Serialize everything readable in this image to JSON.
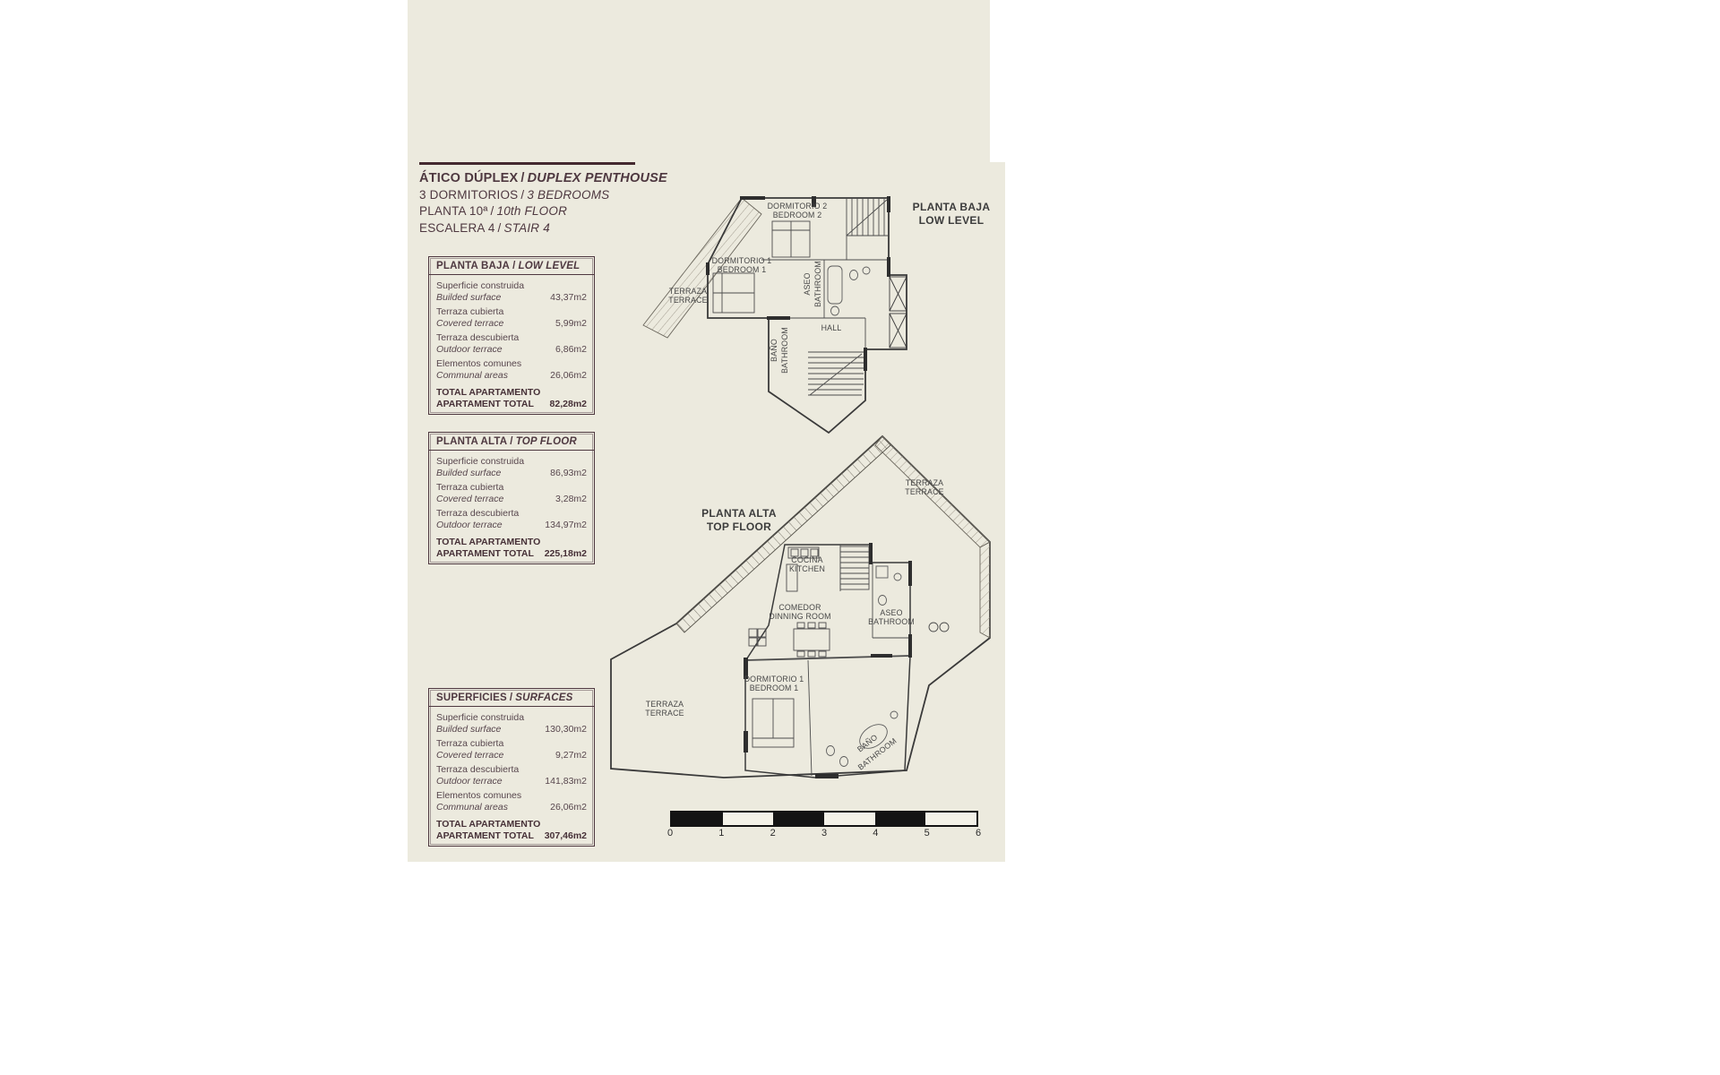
{
  "meta": {
    "sep": "/"
  },
  "colors": {
    "accent": "#4e3840",
    "sheet_bg": "#eceade",
    "plan_line": "#4a4a4a",
    "scalebar": "#141414"
  },
  "header": {
    "title": {
      "es": "ÁTICO DÚPLEX",
      "en": "DUPLEX PENTHOUSE"
    },
    "lines": [
      {
        "es": "3 DORMITORIOS",
        "en": "3 BEDROOMS"
      },
      {
        "es": "PLANTA 10ª",
        "en": "10th FLOOR"
      },
      {
        "es": "ESCALERA 4",
        "en": "STAIR 4"
      }
    ]
  },
  "tables": [
    {
      "title_es": "PLANTA BAJA",
      "title_en": "LOW LEVEL",
      "rows": [
        {
          "label_es": "Superficie construida",
          "label_en": "Builded surface",
          "value": "43,37m2"
        },
        {
          "label_es": "Terraza cubierta",
          "label_en": "Covered terrace",
          "value": "5,99m2"
        },
        {
          "label_es": "Terraza descubierta",
          "label_en": "Outdoor terrace",
          "value": "6,86m2"
        },
        {
          "label_es": "Elementos comunes",
          "label_en": "Communal areas",
          "value": "26,06m2"
        }
      ],
      "total": {
        "label_es": "TOTAL APARTAMENTO",
        "label_en": "APARTAMENT TOTAL",
        "value": "82,28m2"
      }
    },
    {
      "title_es": "PLANTA ALTA",
      "title_en": "TOP FLOOR",
      "rows": [
        {
          "label_es": "Superficie construida",
          "label_en": "Builded surface",
          "value": "86,93m2"
        },
        {
          "label_es": "Terraza cubierta",
          "label_en": "Covered terrace",
          "value": "3,28m2"
        },
        {
          "label_es": "Terraza descubierta",
          "label_en": "Outdoor terrace",
          "value": "134,97m2"
        }
      ],
      "total": {
        "label_es": "TOTAL APARTAMENTO",
        "label_en": "APARTAMENT TOTAL",
        "value": "225,18m2"
      }
    },
    {
      "title_es": "SUPERFICIES",
      "title_en": "SURFACES",
      "rows": [
        {
          "label_es": "Superficie construida",
          "label_en": "Builded surface",
          "value": "130,30m2"
        },
        {
          "label_es": "Terraza cubierta",
          "label_en": "Covered terrace",
          "value": "9,27m2"
        },
        {
          "label_es": "Terraza descubierta",
          "label_en": "Outdoor terrace",
          "value": "141,83m2"
        },
        {
          "label_es": "Elementos comunes",
          "label_en": "Communal areas",
          "value": "26,06m2"
        }
      ],
      "total": {
        "label_es": "TOTAL APARTAMENTO",
        "label_en": "APARTAMENT TOTAL",
        "value": "307,46m2"
      }
    }
  ],
  "plan_low": {
    "caption_es": "PLANTA BAJA",
    "caption_en": "LOW LEVEL",
    "rooms": {
      "bedroom2_es": "DORMITORIO 2",
      "bedroom2_en": "BEDROOM 2",
      "bedroom1_es": "DORMITORIO 1",
      "bedroom1_en": "BEDROOM 1",
      "terrace_es": "TERRAZA",
      "terrace_en": "TERRACE",
      "aseo_es": "ASEO",
      "aseo_en": "BATHROOM",
      "bath_es": "BAÑO",
      "bath_en": "BATHROOM",
      "hall": "HALL"
    }
  },
  "plan_top": {
    "caption_es": "PLANTA ALTA",
    "caption_en": "TOP FLOOR",
    "rooms": {
      "terrace_upper_es": "TERRAZA",
      "terrace_upper_en": "TERRACE",
      "kitchen_es": "COCINA",
      "kitchen_en": "KITCHEN",
      "dining_es": "COMEDOR",
      "dining_en": "DINNING ROOM",
      "aseo_es": "ASEO",
      "aseo_en": "BATHROOM",
      "bedroom1_es": "DORMITORIO 1",
      "bedroom1_en": "BEDROOM 1",
      "terrace_lower_es": "TERRAZA",
      "terrace_lower_en": "TERRACE",
      "bath_es": "BAÑO",
      "bath_en": "BATHROOM"
    }
  },
  "scalebar": {
    "labels": [
      "0",
      "1",
      "2",
      "3",
      "4",
      "5",
      "6"
    ]
  }
}
